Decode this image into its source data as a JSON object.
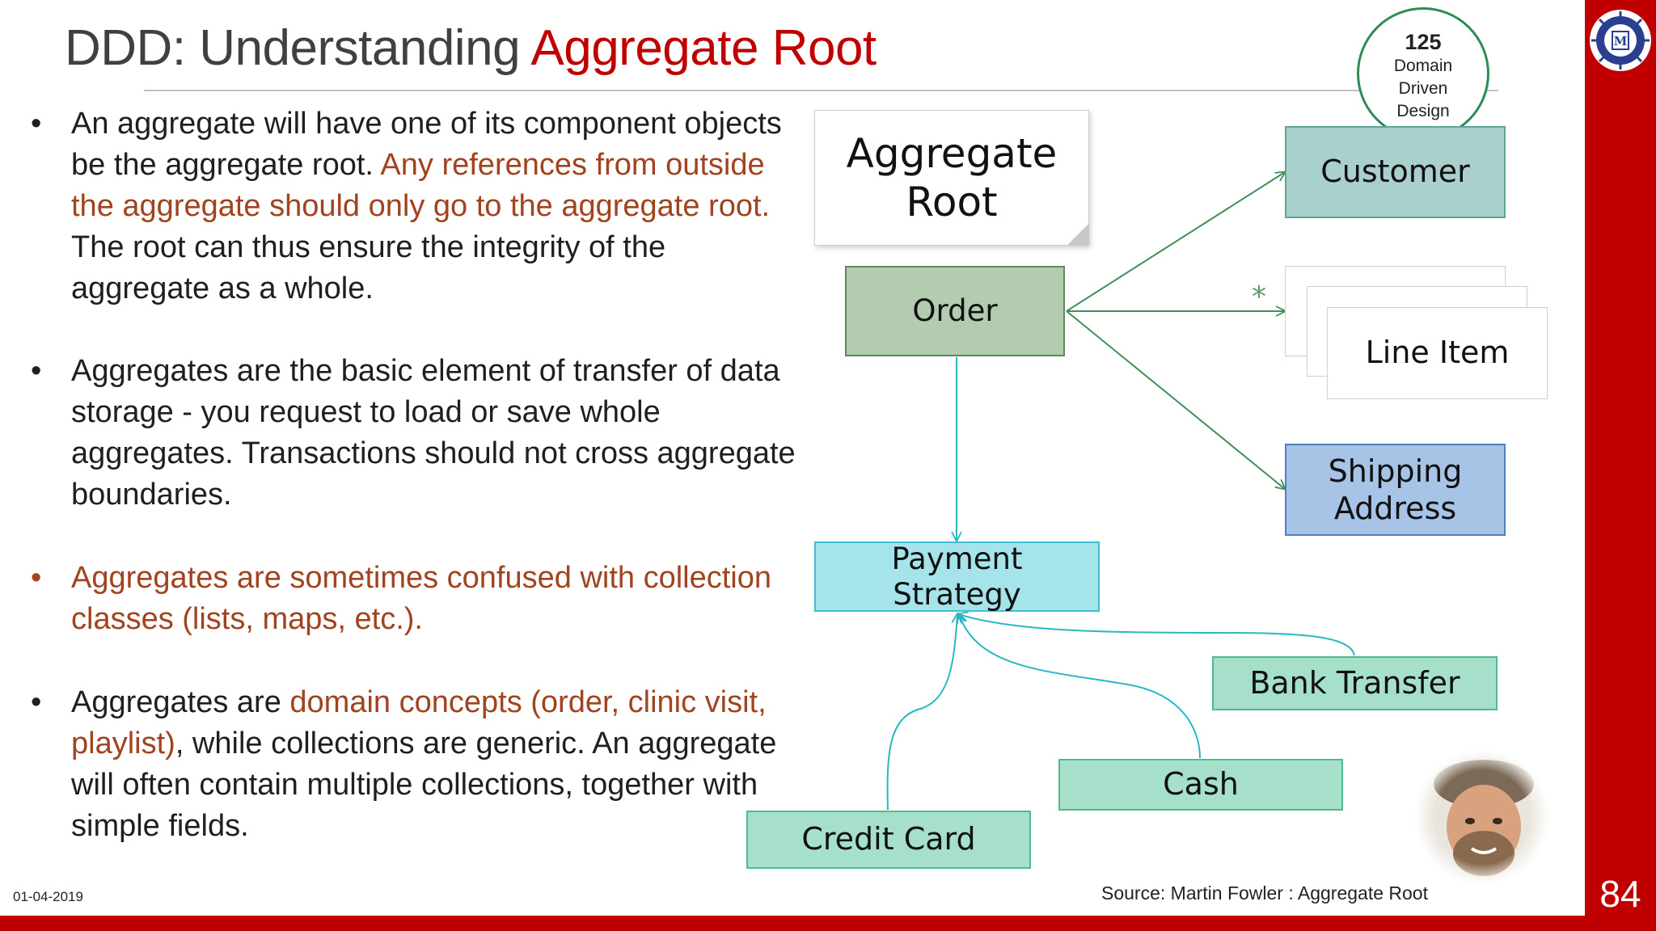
{
  "slide": {
    "title_prefix": "DDD: Understanding ",
    "title_accent": "Aggregate Root",
    "page_number": "84",
    "date": "01-04-2019",
    "source": "Source: Martin Fowler : Aggregate Root",
    "badge": {
      "number": "125",
      "line1": "Domain",
      "line2": "Driven",
      "line3": "Design"
    }
  },
  "bullets": {
    "b1": {
      "part1": "An aggregate will have one of its component objects be the aggregate root. ",
      "highlight": "Any references from outside the aggregate should only go to the aggregate root.",
      "part2": " The root can thus ensure the integrity of the aggregate as a whole."
    },
    "b2": {
      "text": "Aggregates are the basic element of transfer of data storage - you request to load or save whole aggregates. Transactions should not cross aggregate boundaries."
    },
    "b3": {
      "text": "Aggregates are sometimes confused with collection classes (lists, maps, etc.)."
    },
    "b4": {
      "part1": "Aggregates are ",
      "highlight": "domain concepts (order, clinic visit, playlist)",
      "part2": ", while collections are generic. An aggregate will often contain multiple collections, together with simple fields."
    },
    "bullet_char": "•"
  },
  "diagram": {
    "note_line1": "Aggregate",
    "note_line2": "Root",
    "order": "Order",
    "customer": "Customer",
    "line_item": "Line Item",
    "multiplicity": "*",
    "shipping_line1": "Shipping",
    "shipping_line2": "Address",
    "payment_line1": "Payment",
    "payment_line2": "Strategy",
    "bank_transfer": "Bank Transfer",
    "cash": "Cash",
    "credit_card": "Credit Card"
  },
  "colors": {
    "accent_red": "#c00000",
    "highlight_orange": "#a0431e",
    "order_green": "#b3ccb0",
    "customer_teal": "#a9d0cc",
    "shipping_blue": "#a7c3e6",
    "payment_cyan": "#a6e4ec",
    "subtype_green": "#a6e0ca"
  },
  "icons": {
    "logo": "institute-seal-logo",
    "photo": "presenter-photo"
  }
}
